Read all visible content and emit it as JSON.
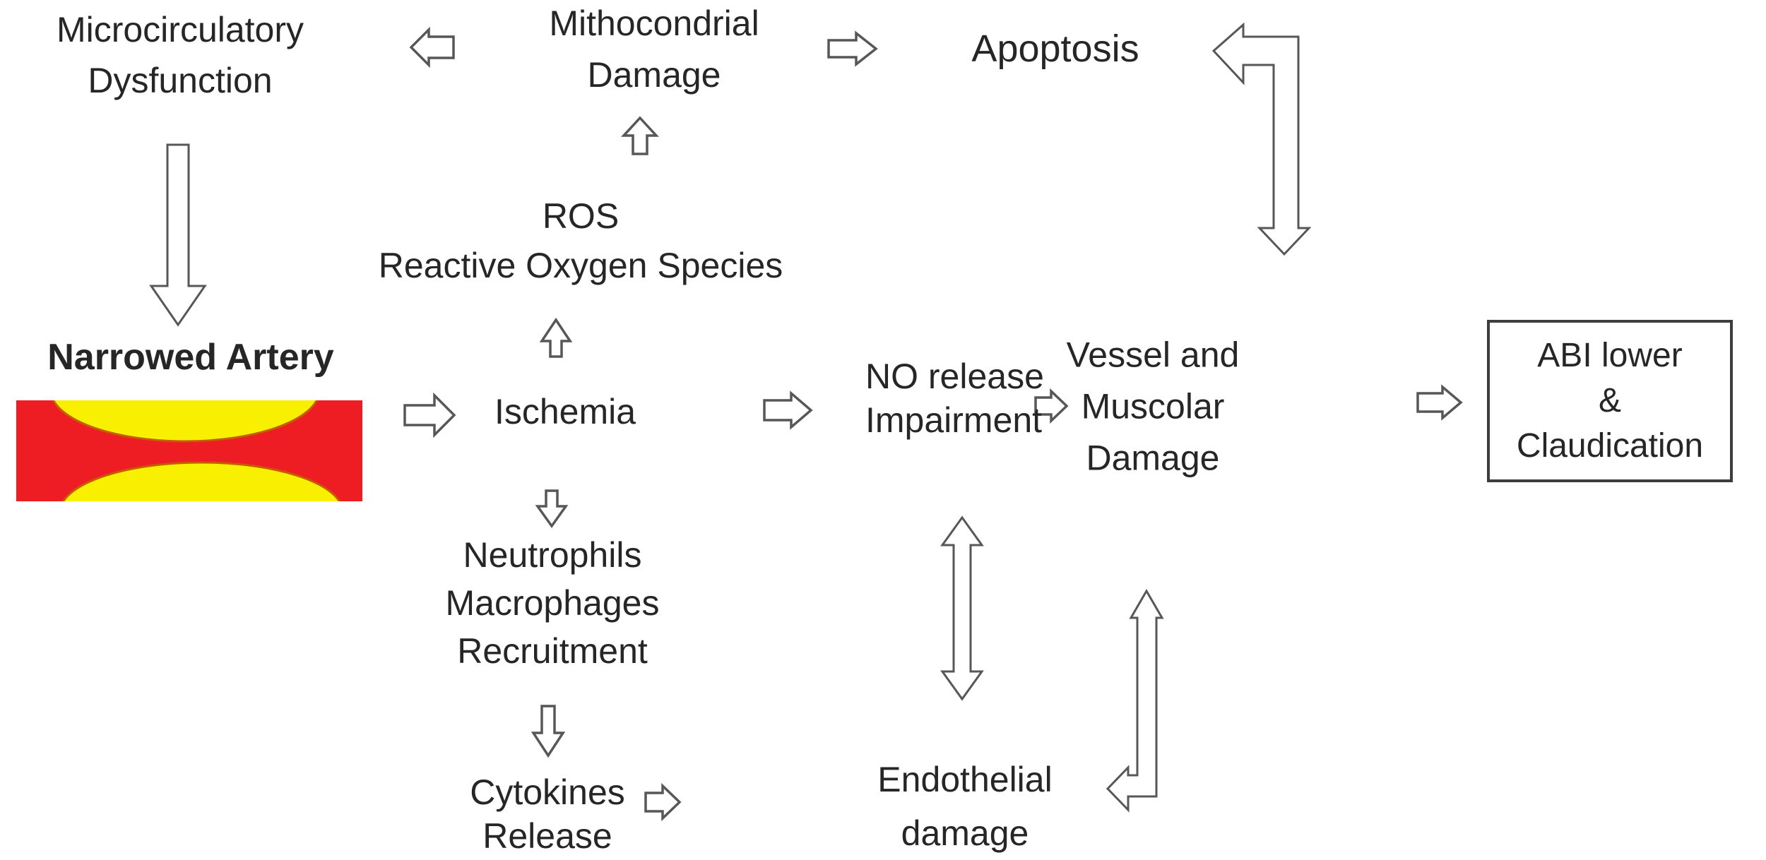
{
  "diagram": {
    "title": "Narrowed artery pathophysiology flowchart",
    "colors": {
      "background": "#ffffff",
      "text": "#262626",
      "arrow_stroke": "#575757",
      "artery_red": "#ee1d24",
      "plaque_yellow": "#f8f000",
      "plaque_outline": "#c75b00",
      "box_border": "#3d3d3d"
    },
    "nodes": {
      "microcirculatory": {
        "label": "Microcirculatory\nDysfunction"
      },
      "mitochondrial": {
        "label": "Mithocondrial\nDamage"
      },
      "apoptosis": {
        "label": "Apoptosis"
      },
      "ros": {
        "label": "ROS\nReactive Oxygen Species"
      },
      "narrowed_artery": {
        "label": "Narrowed Artery"
      },
      "ischemia": {
        "label": "Ischemia"
      },
      "no_release": {
        "label": "NO release\nImpairment"
      },
      "vessel_damage": {
        "label": "Vessel and\nMuscolar\nDamage"
      },
      "abi": {
        "label": "ABI lower\n&\nClaudication"
      },
      "neutrophils": {
        "label": "Neutrophils\nMacrophages\nRecruitment"
      },
      "cytokines": {
        "label": "Cytokines\nRelease"
      },
      "endothelial": {
        "label": "Endothelial\ndamage"
      }
    },
    "arrows": [
      {
        "name": "mitochondrial-to-microcirculatory",
        "from": "mitochondrial",
        "to": "microcirculatory",
        "bidirectional": false
      },
      {
        "name": "mitochondrial-to-apoptosis",
        "from": "mitochondrial",
        "to": "apoptosis",
        "bidirectional": false
      },
      {
        "name": "apoptosis-vessel-bent",
        "from": "vessel_damage",
        "to": "apoptosis",
        "bidirectional": true
      },
      {
        "name": "microcirculatory-to-artery",
        "from": "microcirculatory",
        "to": "narrowed_artery",
        "bidirectional": false
      },
      {
        "name": "ros-to-mitochondrial",
        "from": "ros",
        "to": "mitochondrial",
        "bidirectional": false
      },
      {
        "name": "ischemia-to-ros",
        "from": "ischemia",
        "to": "ros",
        "bidirectional": false
      },
      {
        "name": "artery-to-ischemia",
        "from": "narrowed_artery",
        "to": "ischemia",
        "bidirectional": false
      },
      {
        "name": "ischemia-to-no-release",
        "from": "ischemia",
        "to": "no_release",
        "bidirectional": false
      },
      {
        "name": "ischemia-to-neutrophils",
        "from": "ischemia",
        "to": "neutrophils",
        "bidirectional": false
      },
      {
        "name": "no-release-to-vessel",
        "from": "no_release",
        "to": "vessel_damage",
        "bidirectional": false
      },
      {
        "name": "vessel-to-abi",
        "from": "vessel_damage",
        "to": "abi",
        "bidirectional": false
      },
      {
        "name": "no-release-endothelial-double",
        "from": "no_release",
        "to": "endothelial",
        "bidirectional": true
      },
      {
        "name": "neutrophils-to-cytokines",
        "from": "neutrophils",
        "to": "cytokines",
        "bidirectional": false
      },
      {
        "name": "cytokines-to-endothelial",
        "from": "cytokines",
        "to": "endothelial",
        "bidirectional": false
      },
      {
        "name": "endothelial-vessel-bent",
        "from": "endothelial",
        "to": "vessel_damage",
        "bidirectional": true
      }
    ]
  }
}
